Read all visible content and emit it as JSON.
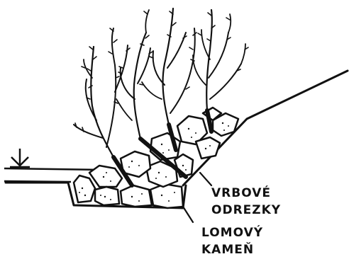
{
  "labels": {
    "cuttings_line1": "VRBOVÉ",
    "cuttings_line2": "ODREZKY",
    "stone_line1": "LOMOVÝ",
    "stone_line2": "KAMEŇ"
  },
  "symbols": {
    "water_level": "water-level-symbol"
  },
  "colors": {
    "ink": "#111111",
    "paper": "#ffffff"
  }
}
